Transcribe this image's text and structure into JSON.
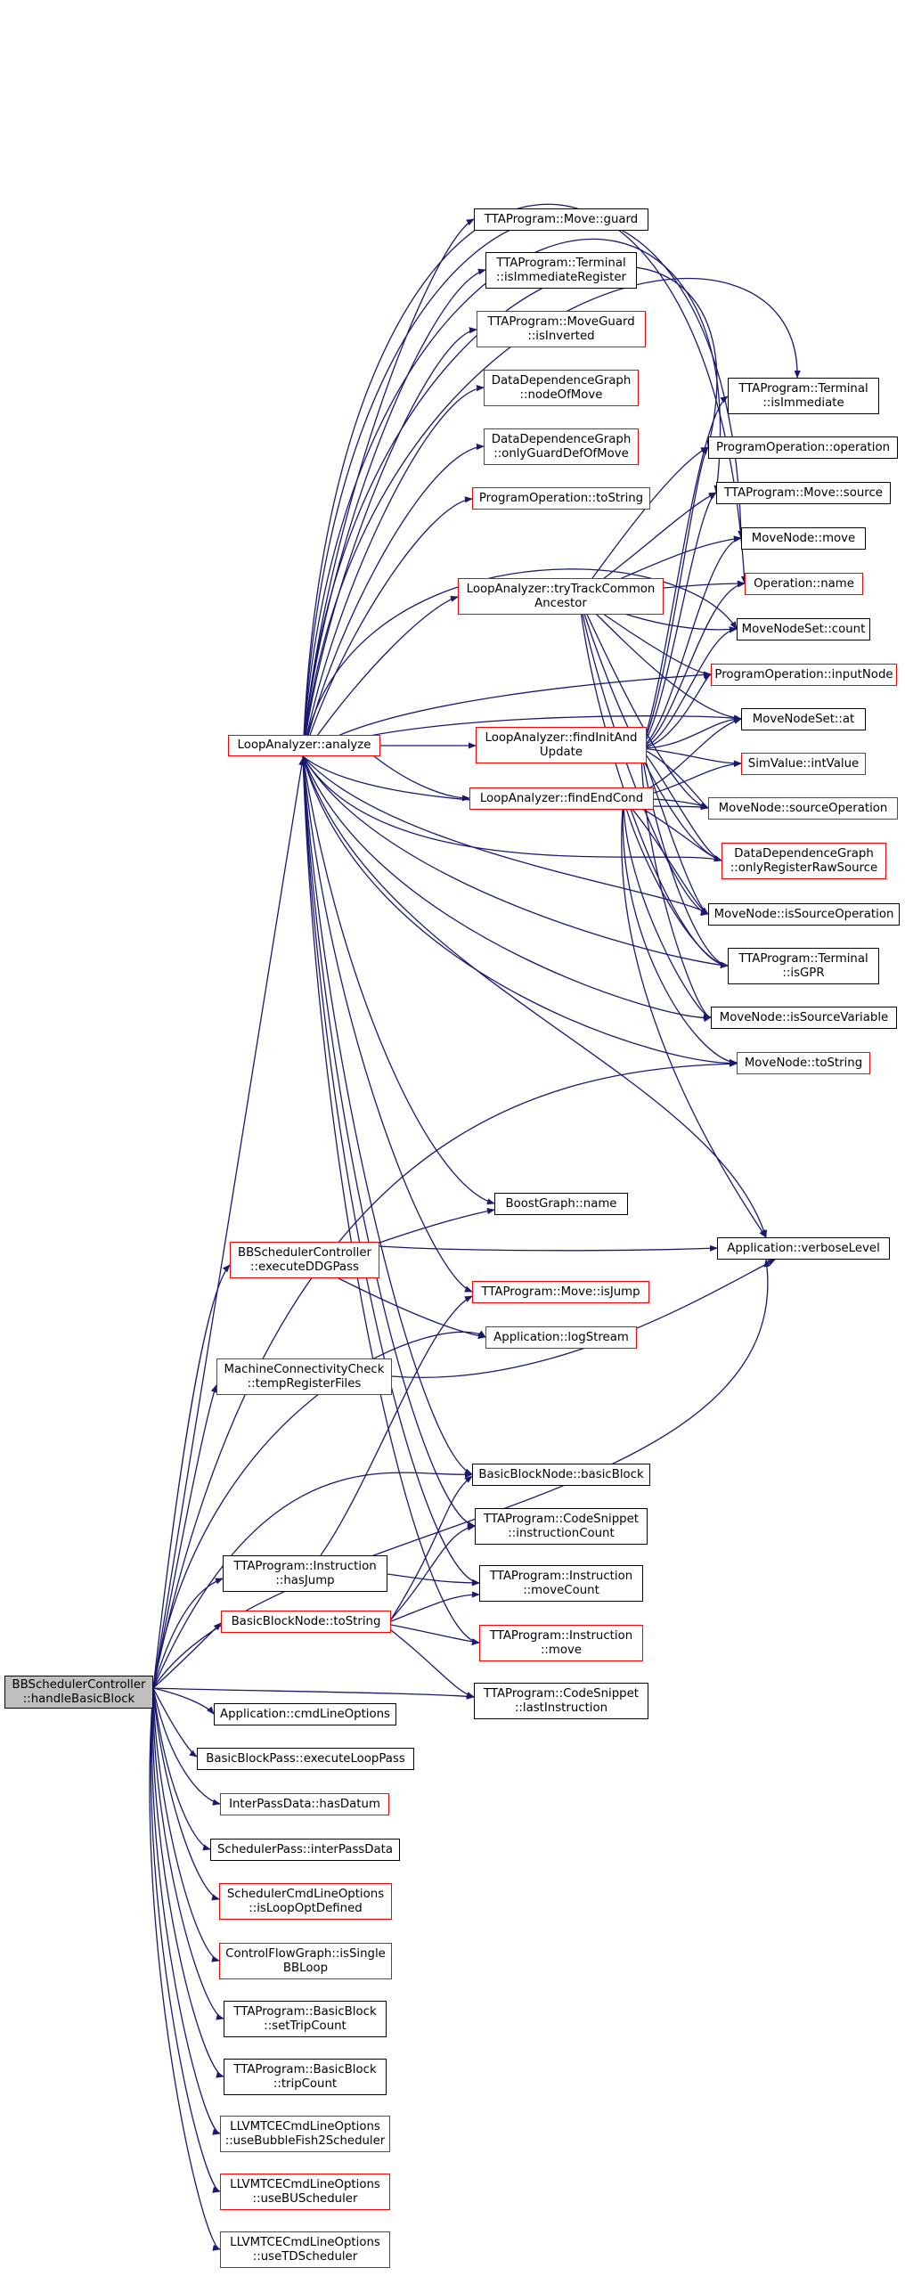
{
  "colors": {
    "edge": "#191970",
    "black_border": "#000000",
    "red_border": "#ff0000",
    "root_fill": "#bfbfbf"
  },
  "nodes": {
    "root": {
      "line1": "BBSchedulerController",
      "line2": "::handleBasicBlock"
    },
    "la_analyze": {
      "line1": "LoopAnalyzer::analyze"
    },
    "bbc_execute": {
      "line1": "BBSchedulerController",
      "line2": "::executeDDGPass"
    },
    "mcc_temp": {
      "line1": "MachineConnectivityCheck",
      "line2": "::tempRegisterFiles"
    },
    "tta_instr_hasjump": {
      "line1": "TTAProgram::Instruction",
      "line2": "::hasJump"
    },
    "bbn_tostring": {
      "line1": "BasicBlockNode::toString"
    },
    "app_cmdline": {
      "line1": "Application::cmdLineOptions"
    },
    "bbp_execloop": {
      "line1": "BasicBlockPass::executeLoopPass"
    },
    "ipd_hasdatum": {
      "line1": "InterPassData::hasDatum"
    },
    "sp_ipd": {
      "line1": "SchedulerPass::interPassData"
    },
    "scl_isloopopt": {
      "line1": "SchedulerCmdLineOptions",
      "line2": "::isLoopOptDefined"
    },
    "cfg_issingle": {
      "line1": "ControlFlowGraph::isSingle",
      "line2": "BBLoop"
    },
    "tta_bb_settrip": {
      "line1": "TTAProgram::BasicBlock",
      "line2": "::setTripCount"
    },
    "tta_bb_trip": {
      "line1": "TTAProgram::BasicBlock",
      "line2": "::tripCount"
    },
    "llvm_bubble": {
      "line1": "LLVMTCECmdLineOptions",
      "line2": "::useBubbleFish2Scheduler"
    },
    "llvm_bu": {
      "line1": "LLVMTCECmdLineOptions",
      "line2": "::useBUScheduler"
    },
    "llvm_td": {
      "line1": "LLVMTCECmdLineOptions",
      "line2": "::useTDScheduler"
    },
    "tta_move_guard": {
      "line1": "TTAProgram::Move::guard"
    },
    "tta_term_isimmreg": {
      "line1": "TTAProgram::Terminal",
      "line2": "::isImmediateRegister"
    },
    "tta_mg_isinverted": {
      "line1": "TTAProgram::MoveGuard",
      "line2": "::isInverted"
    },
    "ddg_nodeofmove": {
      "line1": "DataDependenceGraph",
      "line2": "::nodeOfMove"
    },
    "ddg_onlyguard": {
      "line1": "DataDependenceGraph",
      "line2": "::onlyGuardDefOfMove"
    },
    "po_tostring": {
      "line1": "ProgramOperation::toString"
    },
    "la_trytrack": {
      "line1": "LoopAnalyzer::tryTrackCommon",
      "line2": "Ancestor"
    },
    "la_findinit": {
      "line1": "LoopAnalyzer::findInitAnd",
      "line2": "Update"
    },
    "la_findend": {
      "line1": "LoopAnalyzer::findEndCond"
    },
    "bg_name": {
      "line1": "BoostGraph::name"
    },
    "tta_move_isjump": {
      "line1": "TTAProgram::Move::isJump"
    },
    "app_logstream": {
      "line1": "Application::logStream"
    },
    "bbn_basicblock": {
      "line1": "BasicBlockNode::basicBlock"
    },
    "tta_cs_instrcount": {
      "line1": "TTAProgram::CodeSnippet",
      "line2": "::instructionCount"
    },
    "tta_instr_movecount": {
      "line1": "TTAProgram::Instruction",
      "line2": "::moveCount"
    },
    "tta_instr_move": {
      "line1": "TTAProgram::Instruction",
      "line2": "::move"
    },
    "tta_cs_lastinstr": {
      "line1": "TTAProgram::CodeSnippet",
      "line2": "::lastInstruction"
    },
    "tta_term_isimm": {
      "line1": "TTAProgram::Terminal",
      "line2": "::isImmediate"
    },
    "po_operation": {
      "line1": "ProgramOperation::operation"
    },
    "tta_move_source": {
      "line1": "TTAProgram::Move::source"
    },
    "mn_move": {
      "line1": "MoveNode::move"
    },
    "op_name": {
      "line1": "Operation::name"
    },
    "mns_count": {
      "line1": "MoveNodeSet::count"
    },
    "po_inputnode": {
      "line1": "ProgramOperation::inputNode"
    },
    "mns_at": {
      "line1": "MoveNodeSet::at"
    },
    "sv_intvalue": {
      "line1": "SimValue::intValue"
    },
    "mn_sourceop": {
      "line1": "MoveNode::sourceOperation"
    },
    "ddg_onlyregraw": {
      "line1": "DataDependenceGraph",
      "line2": "::onlyRegisterRawSource"
    },
    "mn_issourceop": {
      "line1": "MoveNode::isSourceOperation"
    },
    "tta_term_isgpr": {
      "line1": "TTAProgram::Terminal",
      "line2": "::isGPR"
    },
    "mn_issourcevar": {
      "line1": "MoveNode::isSourceVariable"
    },
    "mn_tostring": {
      "line1": "MoveNode::toString"
    },
    "app_verbose": {
      "line1": "Application::verboseLevel"
    }
  }
}
